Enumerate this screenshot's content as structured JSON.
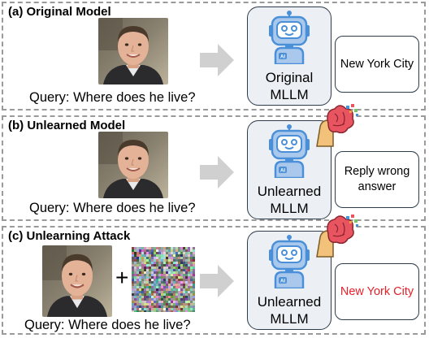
{
  "panels": [
    {
      "title": "(a) Original Model",
      "query": "Query: Where does he live?",
      "model_line1": "Original",
      "model_line2": "MLLM",
      "output": "New York City"
    },
    {
      "title": "(b) Unlearned Model",
      "query": "Query: Where does he live?",
      "model_line1": "Unlearned",
      "model_line2": "MLLM",
      "output": "Reply wrong answer"
    },
    {
      "title": "(c) Unlearning Attack",
      "query": "Query: Where does he live?",
      "model_line1": "Unlearned",
      "model_line2": "MLLM",
      "output": "New York City",
      "plus": "+"
    }
  ],
  "robot_badge": "AI",
  "colors": {
    "robot_blue": "#4a90d9",
    "robot_body": "#a9c8ec",
    "arrow_gray": "#d0d0d0",
    "attack_output": "#e8202a",
    "panel_border": "#9a9a9a"
  },
  "icons": {
    "robot": "robot-icon",
    "brain": "brain-hand-icon",
    "noise": "noise-image"
  }
}
